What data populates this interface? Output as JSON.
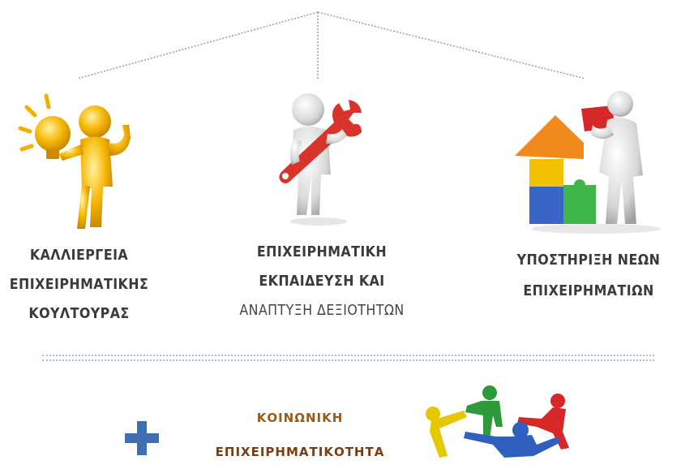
{
  "diagram": {
    "pillars": [
      {
        "id": "culture",
        "icon": "lightbulb-person-icon",
        "lines": [
          "ΚΑΛΛΙΕΡΓΕΙΑ",
          "ΕΠΙΧΕΙΡΗΜΑΤΙΚΗΣ",
          "ΚΟΥΛΤΟΥΡΑΣ"
        ]
      },
      {
        "id": "education",
        "icon": "wrench-person-icon",
        "lines": [
          "ΕΠΙΧΕΙΡΗΜΑΤΙΚΗ",
          "ΕΚΠΑΙΔΕΥΣΗ ΚΑΙ",
          "ΑΝΑΠΤΥΞΗ ΔΕΞΙΟΤΗΤΩΝ"
        ]
      },
      {
        "id": "support",
        "icon": "puzzle-house-person-icon",
        "lines": [
          "ΥΠΟΣΤΗΡΙΞΗ ΝΕΩΝ",
          "ΕΠΙΧΕΙΡΗΜΑΤΙΩΝ"
        ]
      }
    ],
    "bottom": {
      "plus_icon": "plus-icon",
      "lines": [
        "ΚΟΙΝΩΝΙΚΗ",
        "ΕΠΙΧΕΙΡΗΜΑΤΙΚΟΤΗΤΑ"
      ],
      "people_icon": "people-circle-icon"
    },
    "colors": {
      "text": "#3a3a3a",
      "bottom_text": "#9a5a1a",
      "plus": "#3f6fb0",
      "connector": "#8aa0c0",
      "divider": "#a9bfd6"
    }
  }
}
